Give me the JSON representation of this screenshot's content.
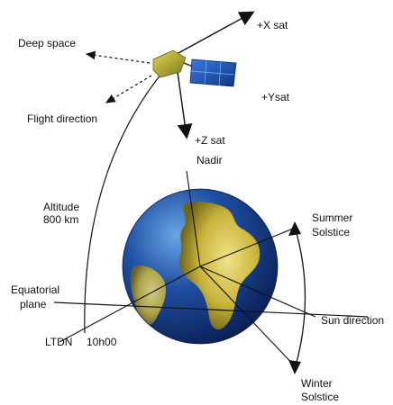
{
  "labels": {
    "plus_x_sat": "+X sat",
    "plus_y_sat": "+Ysat",
    "plus_z_sat": "+Z sat",
    "deep_space": "Deep space",
    "flight_direction": "Flight direction",
    "nadir": "Nadir",
    "altitude": "Altitude",
    "altitude_value": "800 km",
    "summer": "Summer",
    "summer_solstice": "Solstice",
    "equatorial": "Equatorial",
    "equatorial_plane": "plane",
    "sun_direction": "Sun direction",
    "ltdn": "LTDN",
    "ltdn_time": "10h00",
    "winter": "Winter",
    "winter_solstice": "Solstice"
  },
  "colors": {
    "ocean": "#1f4fa3",
    "land": "#c9b43a",
    "satellite_body": "#b7b028",
    "solar_panel": "#1a4fbf",
    "line": "#111111"
  }
}
